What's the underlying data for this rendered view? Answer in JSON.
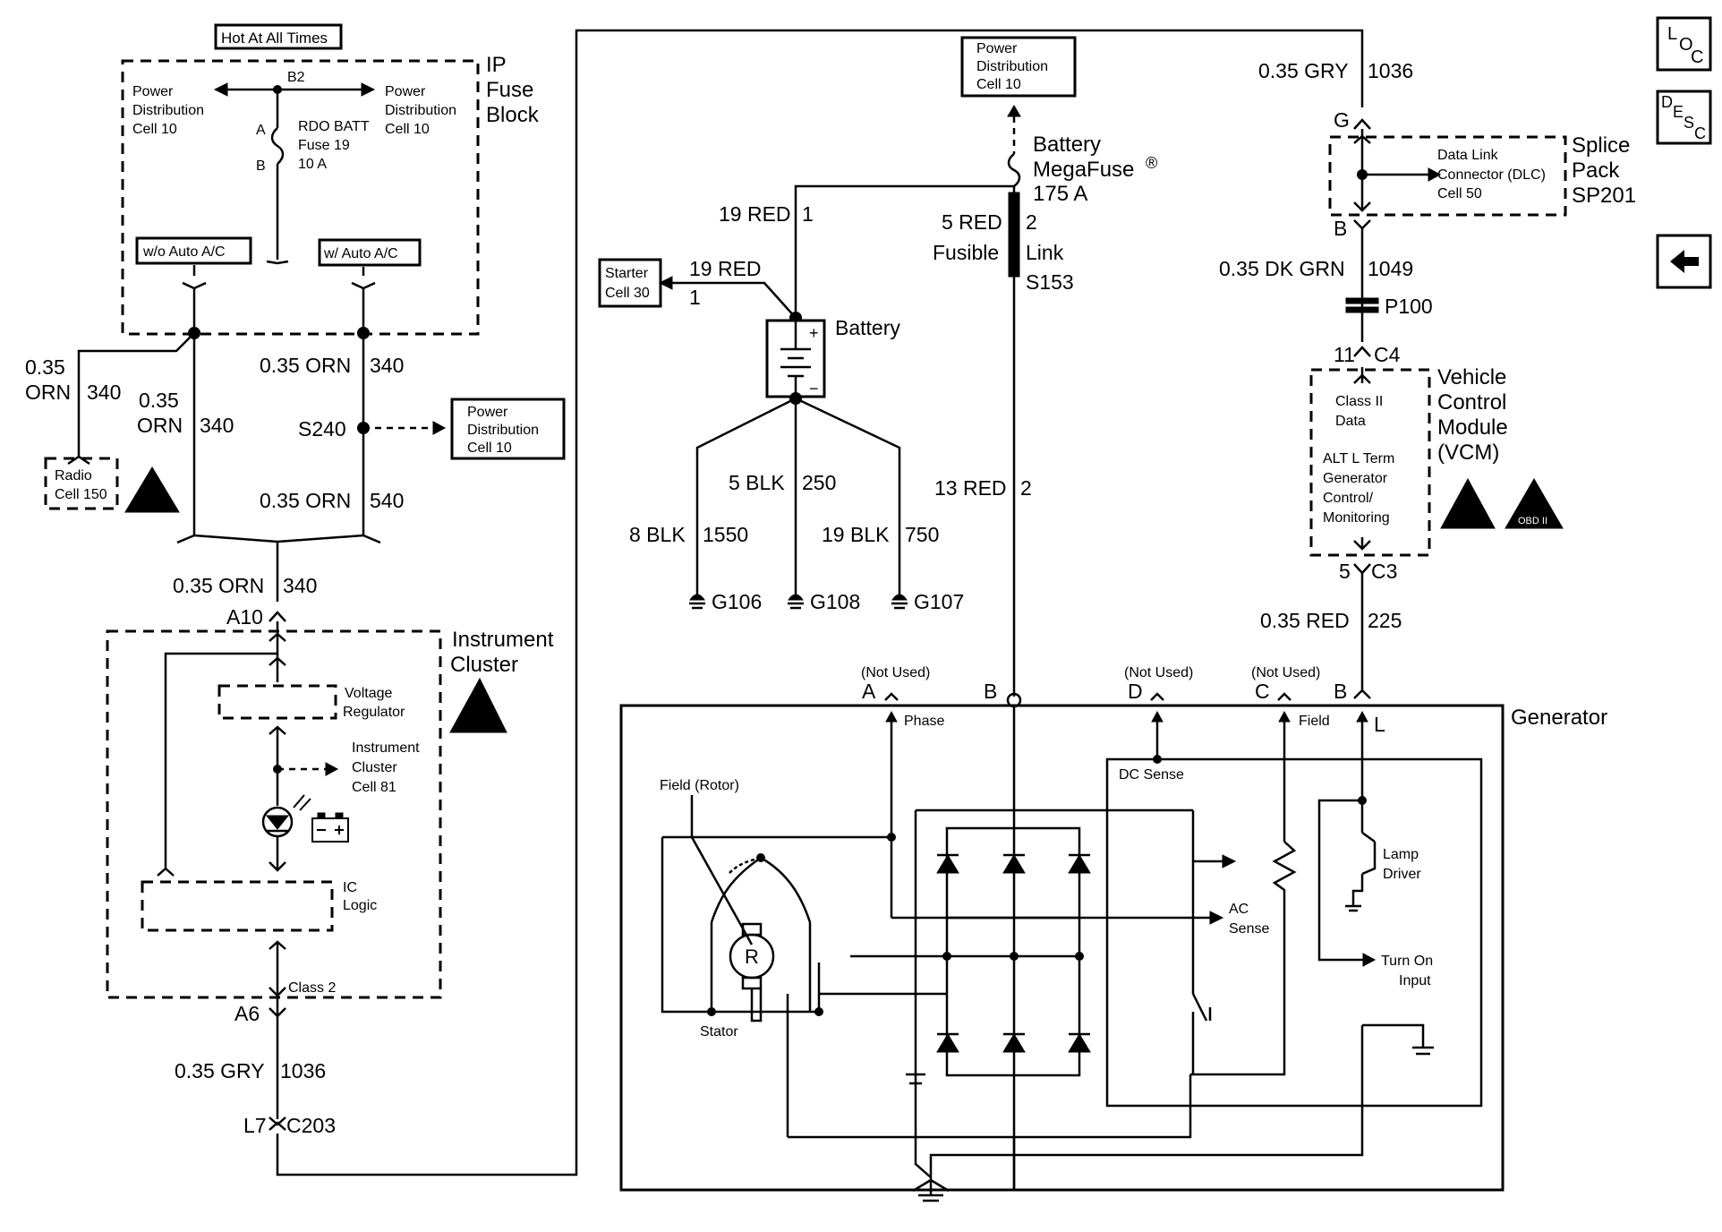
{
  "nav": {
    "loc": [
      "L",
      "O",
      "C"
    ],
    "desc": [
      "D",
      "E",
      "S",
      "C"
    ],
    "back_icon": "left-arrow-icon"
  },
  "fuse_block": {
    "hot_label": "Hot At All Times",
    "title": [
      "IP",
      "Fuse",
      "Block"
    ],
    "power_left": [
      "Power",
      "Distribution",
      "Cell 10"
    ],
    "power_right": [
      "Power",
      "Distribution",
      "Cell 10"
    ],
    "bus": "B2",
    "fuse": [
      "RDO BATT",
      "Fuse 19",
      "10 A"
    ],
    "fuse_pin_a": "A",
    "fuse_pin_b": "B",
    "wo_auto": "w/o Auto A/C",
    "w_auto": "w/ Auto A/C"
  },
  "left_wires": {
    "radio_wire": [
      "0.35",
      "ORN",
      "340"
    ],
    "mid_wire": [
      "0.35",
      "ORN",
      "340"
    ],
    "right_upper": [
      "0.35 ORN",
      "340"
    ],
    "splice": "S240",
    "pd_box": [
      "Power",
      "Distribution",
      "Cell 10"
    ],
    "right_lower": [
      "0.35 ORN",
      "540"
    ],
    "radio_box": [
      "Radio",
      "Cell 150"
    ],
    "cluster_in": [
      "0.35 ORN",
      "340"
    ],
    "cluster_in_pin": "A10"
  },
  "cluster": {
    "title": [
      "Instrument",
      "Cluster"
    ],
    "regulator": [
      "Voltage",
      "Regulator"
    ],
    "ic_cell": [
      "Instrument",
      "Cluster",
      "Cell 81"
    ],
    "logic": [
      "IC",
      "Logic"
    ],
    "class2": "Class 2",
    "pin_out": "A6",
    "wire_out": [
      "0.35 GRY",
      "1036"
    ],
    "connector": [
      "L7",
      "C203"
    ]
  },
  "center": {
    "pd_box": [
      "Power",
      "Distribution",
      "Cell 10"
    ],
    "megafuse": [
      "Battery",
      "MegaFuse",
      "®",
      "175 A"
    ],
    "fusible": [
      "5 RED",
      "2",
      "Fusible",
      "Link",
      "S153"
    ],
    "wire_19red_1": [
      "19 RED",
      "1"
    ],
    "starter_box": [
      "Starter",
      "Cell 30"
    ],
    "starter_wire": [
      "19 RED",
      "1"
    ],
    "battery": "Battery",
    "plus": "+",
    "minus": "−",
    "wire_5blk": [
      "5 BLK",
      "250"
    ],
    "wire_8blk": [
      "8 BLK",
      "1550"
    ],
    "wire_19blk": [
      "19 BLK",
      "750"
    ],
    "wire_13red": [
      "13 RED",
      "2"
    ],
    "grounds": [
      "G106",
      "G108",
      "G107"
    ]
  },
  "right": {
    "top_wire": [
      "0.35 GRY",
      "1036"
    ],
    "pin_g": "G",
    "splice_title": [
      "Splice",
      "Pack",
      "SP201"
    ],
    "dlc": [
      "Data Link",
      "Connector (DLC)",
      "Cell 50"
    ],
    "pin_b": "B",
    "dk_grn": [
      "0.35 DK GRN",
      "1049"
    ],
    "p100": "P100",
    "c4": [
      "11",
      "C4"
    ],
    "vcm_title": [
      "Vehicle",
      "Control",
      "Module",
      "(VCM)"
    ],
    "vcm_text": [
      "Class II",
      "Data",
      "ALT L Term",
      "Generator",
      "Control/",
      "Monitoring"
    ],
    "obd": "OBD II",
    "c3": [
      "5",
      "C3"
    ],
    "red_wire": [
      "0.35 RED",
      "225"
    ]
  },
  "generator": {
    "title": "Generator",
    "terminals": [
      {
        "pin": "A",
        "note": "(Not Used)",
        "func": "Phase"
      },
      {
        "pin": "B",
        "note": "",
        "func": ""
      },
      {
        "pin": "D",
        "note": "(Not Used)",
        "func": ""
      },
      {
        "pin": "C",
        "note": "(Not Used)",
        "func": "Field"
      },
      {
        "pin": "B",
        "note": "",
        "func": "L"
      }
    ],
    "field_rotor": "Field (Rotor)",
    "rotor": "R",
    "stator": "Stator",
    "dc_sense": "DC Sense",
    "ac_sense": [
      "AC",
      "Sense"
    ],
    "lamp_driver": [
      "Lamp",
      "Driver"
    ],
    "turn_on": [
      "Turn On",
      "Input"
    ]
  }
}
